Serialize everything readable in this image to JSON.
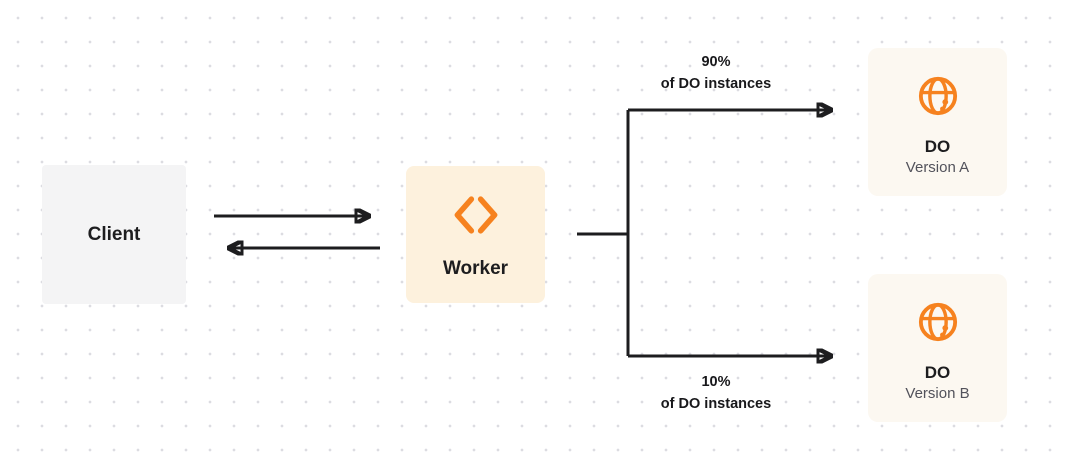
{
  "diagram": {
    "client": {
      "label": "Client"
    },
    "worker": {
      "label": "Worker"
    },
    "branch_top": {
      "percent": "90%",
      "caption": "of DO instances"
    },
    "branch_bottom": {
      "percent": "10%",
      "caption": "of DO instances"
    },
    "do_version_a": {
      "title": "DO",
      "subtitle": "Version A"
    },
    "do_version_b": {
      "title": "DO",
      "subtitle": "Version B"
    },
    "colors": {
      "accent": "#f6821f",
      "line": "#1d1d1f",
      "client_bg": "#f4f4f5",
      "worker_bg": "#fdf1dd",
      "do_bg": "#fcf8f1"
    }
  }
}
